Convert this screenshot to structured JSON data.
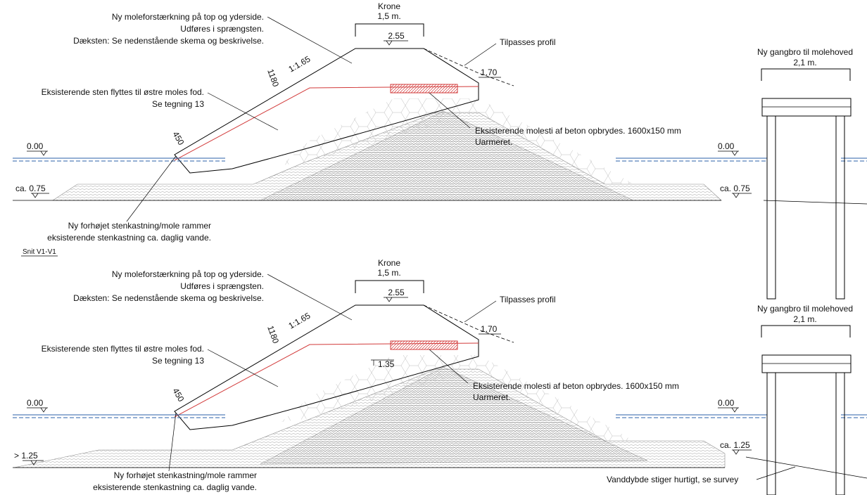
{
  "sections": [
    {
      "crest_title": "Krone",
      "crest_width": "1,5 m.",
      "top_level": "2.55",
      "note_reinforcement": [
        "Ny moleforstærkning på top og yderside.",
        "Udføres i sprængsten.",
        "Dæksten: Se nedenstående skema og beskrivelse."
      ],
      "note_adjust": "Tilpasses profil",
      "level_right": "1.70",
      "dim_1180": "1180",
      "slope": "1:1.65",
      "note_move_stones": [
        "Eksisterende sten flyttes til østre moles fod.",
        "Se tegning 13"
      ],
      "note_molesti": [
        "Eksisterende molesti af beton opbrydes. 1600x150 mm",
        "Uarmeret."
      ],
      "dim_450": "450",
      "water_left": "0.00",
      "water_right": "0.00",
      "seabed_left": "ca. 0.75",
      "seabed_right": "ca. 0.75",
      "note_new_revetment": [
        "Ny forhøjet stenkastning/mole rammer",
        "eksisterende stenkastning ca. daglig vande."
      ],
      "bridge_title": [
        "Ny gangbro til molehoved",
        "2,1 m."
      ]
    },
    {
      "crest_title": "Krone",
      "crest_width": "1,5 m.",
      "top_level": "2.55",
      "note_reinforcement": [
        "Ny moleforstærkning på top og yderside.",
        "Udføres i sprængsten.",
        "Dæksten: Se nedenstående skema og beskrivelse."
      ],
      "note_adjust": "Tilpasses profil",
      "level_right": "1.70",
      "level_under": "1.35",
      "dim_1180": "1180",
      "slope": "1:1.65",
      "note_move_stones": [
        "Eksisterende sten flyttes til østre moles fod.",
        "Se tegning 13"
      ],
      "note_molesti": [
        "Eksisterende molesti af beton opbrydes. 1600x150 mm",
        "Uarmeret."
      ],
      "dim_450": "450",
      "water_left": "0.00",
      "water_right": "0.00",
      "seabed_left": "> 1.25",
      "seabed_right": "ca. 1.25",
      "note_new_revetment": [
        "Ny forhøjet stenkastning/mole rammer",
        "eksisterende stenkastning ca. daglig vande."
      ],
      "note_depth": "Vanddybde stiger hurtigt, se survey",
      "bridge_title": [
        "Ny gangbro til molehoved",
        "2,1 m."
      ]
    }
  ],
  "section_label": "Snit V1-V1",
  "colors": {
    "red": "#d23a3a",
    "water": "#2b62a8",
    "hatch": "#888888"
  }
}
